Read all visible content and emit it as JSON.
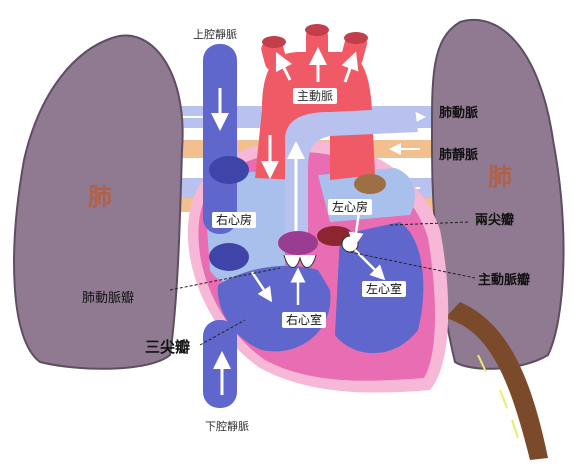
{
  "labels": {
    "svc": "上腔靜脈",
    "ivc": "下腔靜脈",
    "aorta": "主動脈",
    "pulmonary_artery": "肺動脈",
    "pulmonary_vein": "肺靜脈",
    "lung_left": "肺",
    "lung_right": "肺",
    "right_atrium": "右心房",
    "left_atrium": "左心房",
    "right_ventricle": "右心室",
    "left_ventricle": "左心室",
    "mitral_valve": "兩尖瓣",
    "aortic_valve": "主動脈瓣",
    "pulmonary_valve": "肺動脈瓣",
    "tricuspid_valve": "三尖瓣"
  },
  "colors": {
    "lung": "#8f7a92",
    "oxygenated": "#ef5a66",
    "deoxygenated": "#5f66cc",
    "myocardium": "#e86db2",
    "pericardium": "#f6b8d6",
    "pulmonary_vessel": "#b9c2ee",
    "vein_band": "#f2c08e",
    "descending_aorta": "#7a4a2a"
  }
}
